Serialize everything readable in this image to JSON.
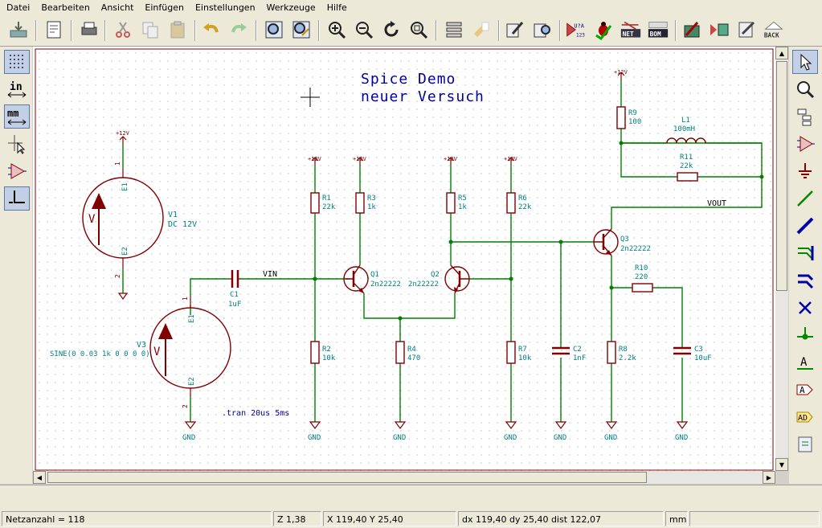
{
  "menu": {
    "items": [
      "Datei",
      "Bearbeiten",
      "Ansicht",
      "Einfügen",
      "Einstellungen",
      "Werkzeuge",
      "Hilfe"
    ]
  },
  "toolbar": {
    "annotate_label": "U?A",
    "annotate_sub": "123",
    "netlist_label": "NET",
    "bom_label": "BOM",
    "back_label": "BACK"
  },
  "left_toolbar": {
    "inch_label": "in",
    "mm_label": "mm"
  },
  "schematic": {
    "title_line1": "Spice Demo",
    "title_line2": "neuer Versuch",
    "power_label": "+12V",
    "gnd_label": "GND",
    "net_vin": "VIN",
    "net_vout": "VOUT",
    "tran_directive": ".tran 20us 5ms",
    "v1": {
      "ref": "V1",
      "value": "DC 12V",
      "pin1": "E1",
      "pin2": "E2",
      "sym": "V",
      "num1": "1",
      "num2": "2"
    },
    "v3": {
      "ref": "V3",
      "value": "SINE(0 0.03 1k 0 0 0 0)",
      "pin1": "E1",
      "pin2": "E2",
      "sym": "V",
      "num1": "1",
      "num2": "2"
    },
    "c1": {
      "ref": "C1",
      "value": "1uF"
    },
    "c2": {
      "ref": "C2",
      "value": "1nF"
    },
    "c3": {
      "ref": "C3",
      "value": "10uF"
    },
    "r1": {
      "ref": "R1",
      "value": "22k"
    },
    "r2": {
      "ref": "R2",
      "value": "10k"
    },
    "r3": {
      "ref": "R3",
      "value": "1k"
    },
    "r4": {
      "ref": "R4",
      "value": "470"
    },
    "r5": {
      "ref": "R5",
      "value": "1k"
    },
    "r6": {
      "ref": "R6",
      "value": "22k"
    },
    "r7": {
      "ref": "R7",
      "value": "10k"
    },
    "r8": {
      "ref": "R8",
      "value": "2.2k"
    },
    "r9": {
      "ref": "R9",
      "value": "100"
    },
    "r10": {
      "ref": "R10",
      "value": "220"
    },
    "r11": {
      "ref": "R11",
      "value": "22k"
    },
    "l1": {
      "ref": "L1",
      "value": "100mH"
    },
    "q1": {
      "ref": "Q1",
      "value": "2n22222"
    },
    "q2": {
      "ref": "Q2",
      "value": "2n22222"
    },
    "q3": {
      "ref": "Q3",
      "value": "2n22222"
    }
  },
  "status": {
    "net_count": "Netzanzahl = 118",
    "zoom": "Z 1,38",
    "cursor_xy": "X 119,40  Y 25,40",
    "delta": "dx 119,40  dy 25,40  dist 122,07",
    "units": "mm"
  },
  "colors": {
    "wire": "#008000",
    "component": "#800000",
    "label": "#008080",
    "text_blue": "#0000a0"
  }
}
